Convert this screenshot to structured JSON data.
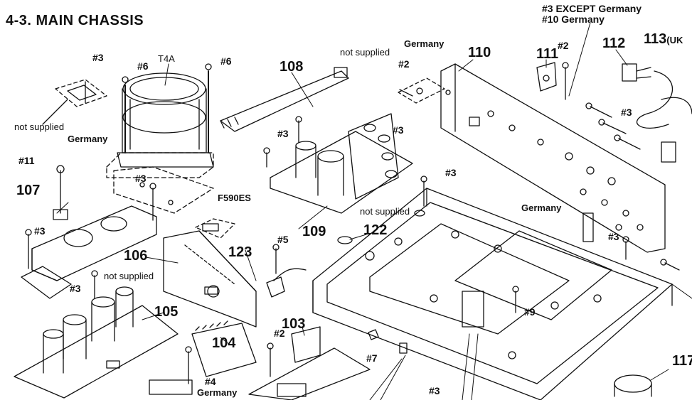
{
  "title": "4-3.  MAIN  CHASSIS",
  "header_note": [
    "#3 EXCEPT Germany",
    "#10 Germany"
  ],
  "parts": [
    "103",
    "104",
    "105",
    "106",
    "107",
    "108",
    "109",
    "110",
    "111",
    "112",
    "113",
    "117",
    "122",
    "123"
  ],
  "part_113_suffix": "(UK",
  "component_labels": [
    "T4A",
    "F590ES"
  ],
  "notes": {
    "not_supplied": "not supplied",
    "germany": "Germany"
  },
  "screws": {
    "s2": "#2",
    "s3": "#3",
    "s4": "#4",
    "s5": "#5",
    "s6": "#6",
    "s7": "#7",
    "s9": "#9",
    "s11": "#11"
  },
  "colors": {
    "ink": "#111111",
    "background": "#ffffff"
  }
}
